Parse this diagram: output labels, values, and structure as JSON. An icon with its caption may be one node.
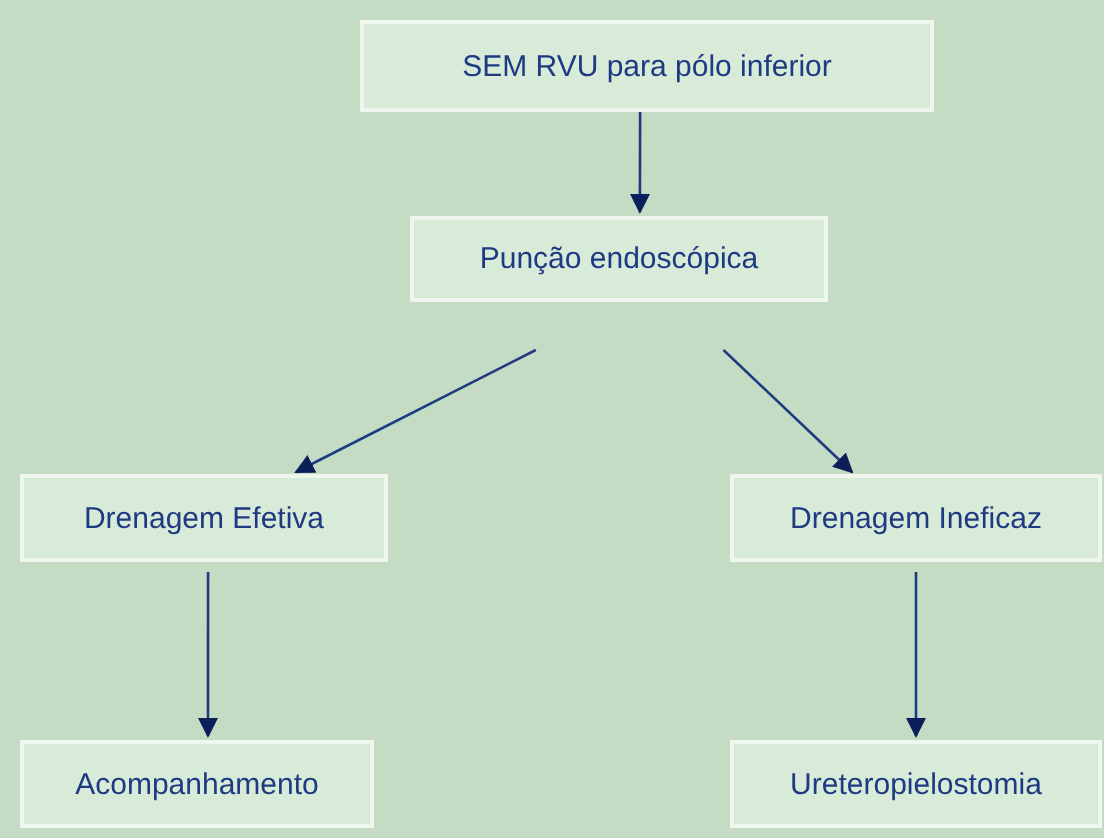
{
  "diagram": {
    "nodes": [
      {
        "text": [
          "SEM RVU para pólo inferior"
        ]
      },
      {
        "text": [
          "Punção endoscópica"
        ]
      },
      {
        "text": [
          "Drenagem Efetiva"
        ]
      },
      {
        "text": [
          "Drenagem Ineficaz"
        ]
      },
      {
        "text": [
          "Acompanhamento"
        ]
      },
      {
        "text": [
          "Ureteropielostomia"
        ]
      }
    ],
    "edges": [
      {
        "from": 0,
        "to": 1,
        "arrow": "to"
      },
      {
        "from": 1,
        "to": 2,
        "arrow": "to"
      },
      {
        "from": 1,
        "to": 3,
        "arrow": "to"
      },
      {
        "from": 2,
        "to": 4,
        "arrow": "to"
      },
      {
        "from": 3,
        "to": 5,
        "arrow": "to"
      }
    ]
  }
}
